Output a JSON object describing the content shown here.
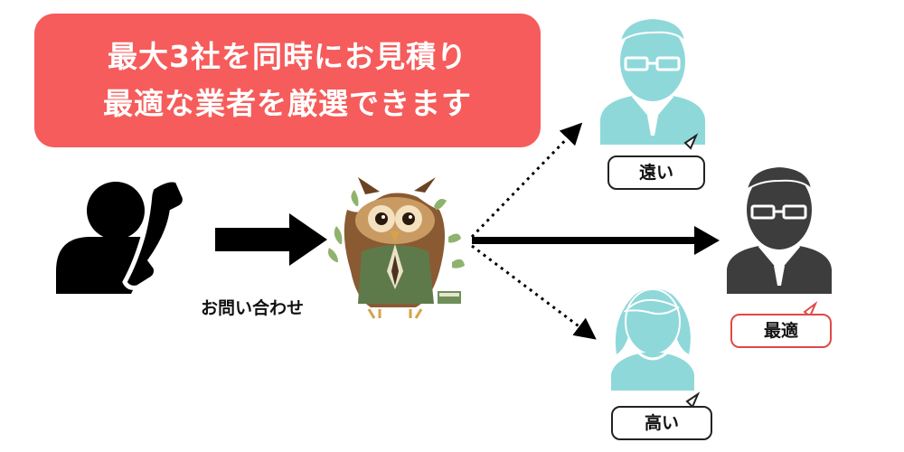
{
  "banner": {
    "line1": "最大3社を同時にお見積り",
    "line2": "最適な業者を厳選できます"
  },
  "inquiry_label": "お問い合わせ",
  "contractors": {
    "top": "遠い",
    "middle": "最適",
    "bottom": "高い"
  },
  "colors": {
    "banner": "#f55c5b",
    "person_teal": "#8fd8da",
    "person_dark": "#3d3d3d",
    "best_border": "#e04848",
    "icon_black": "#000000"
  }
}
